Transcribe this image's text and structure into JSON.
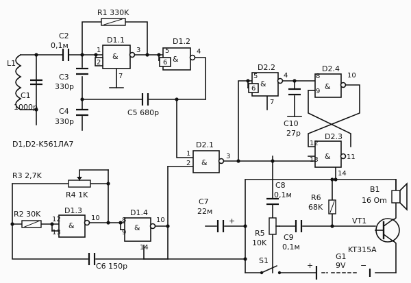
{
  "gates": {
    "d11": {
      "name": "D1.1",
      "pins": [
        "1",
        "2",
        "3",
        "7"
      ]
    },
    "d12": {
      "name": "D1.2",
      "pins": [
        "5",
        "6",
        "4"
      ]
    },
    "d13": {
      "name": "D1.3",
      "pins": [
        "12",
        "13",
        "10"
      ]
    },
    "d14": {
      "name": "D1.4",
      "pins": [
        "8",
        "9",
        "10",
        "14"
      ]
    },
    "d21": {
      "name": "D2.1",
      "pins": [
        "1",
        "2",
        "3"
      ]
    },
    "d22": {
      "name": "D2.2",
      "pins": [
        "5",
        "6",
        "4",
        "7"
      ]
    },
    "d23": {
      "name": "D2.3",
      "pins": [
        "12",
        "13",
        "11",
        "14"
      ]
    },
    "d24": {
      "name": "D2.4",
      "pins": [
        "8",
        "9",
        "10"
      ]
    },
    "symbol": "&"
  },
  "components": {
    "r1": "R1 330K",
    "r2": "R2 30K",
    "r3": "R3 2,7K",
    "r4": "R4 1K",
    "r5": "R5",
    "r5v": "10K",
    "r6": "R6",
    "r6v": "68K",
    "c1": "C1",
    "c1v": "1000p",
    "c2": "C2",
    "c2v": "0,1м",
    "c3": "C3",
    "c3v": "330p",
    "c4": "C4",
    "c4v": "330p",
    "c5": "C5 680p",
    "c6": "C6 150p",
    "c7": "C7",
    "c7v": "22м",
    "c8": "C8",
    "c8v": "0,1м",
    "c9": "C9",
    "c9v": "0,1м",
    "c10": "C10",
    "c10v": "27p",
    "l1": "L1",
    "b1": "B1",
    "b1v": "16 Om",
    "vt1": "VT1",
    "vt1v": "KT315A",
    "s1": "S1",
    "g1": "G1",
    "g1v": "9V",
    "plus": "+",
    "minus": "−"
  },
  "chips_note": "D1,D2-K561ЛА7"
}
